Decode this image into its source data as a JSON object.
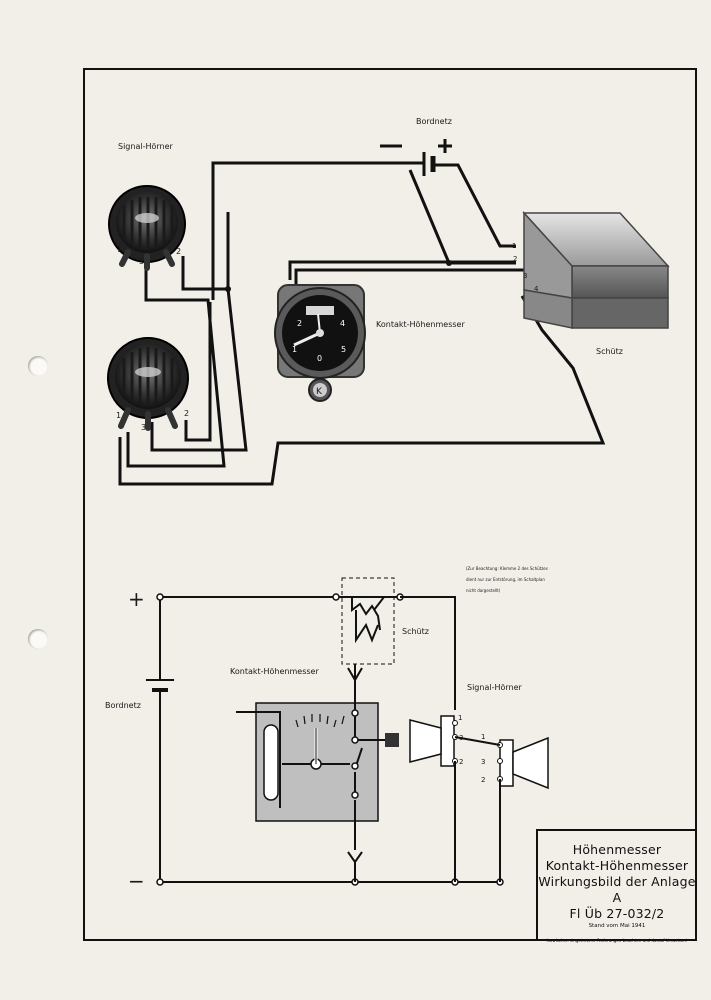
{
  "pictorial": {
    "signal_hoerner_label": "Signal-Hörner",
    "bordnetz_label": "Bordnetz",
    "kontakt_label": "Kontakt-Höhenmesser",
    "schuetz_label": "Schütz",
    "horn_terminals": [
      "1",
      "3",
      "2"
    ],
    "schuetz_terminals": [
      "1",
      "2",
      "3",
      "4"
    ],
    "dial_numbers": [
      "2",
      "4",
      "1",
      "0",
      "5"
    ],
    "knob_letter": "K"
  },
  "schematic": {
    "plus": "+",
    "minus": "−",
    "bordnetz_label": "Bordnetz",
    "kontakt_label": "Kontakt-Höhenmesser",
    "schuetz_label": "Schütz",
    "signal_hoerner_label": "Signal-Hörner",
    "note_lines": [
      "(Zur Beachtung: Klemme 2 des Schützes",
      "dient nur zur Entstörung, im Schaltplan",
      "nicht dargestellt)"
    ],
    "horn1_terminals": [
      "1",
      "3",
      "2"
    ],
    "horn2_terminals": [
      "1",
      "3",
      "2"
    ]
  },
  "title_block": {
    "line1": "Höhenmesser",
    "line2": "Kontakt-Höhenmesser",
    "line3": "Wirkungsbild der Anlage A",
    "line4": "Fl Üb 27-032/2",
    "stand": "Stand vom Mai 1941",
    "footnote": "Inzwischen eingetretene Änderungen beachten und darauf hinweisen!"
  }
}
